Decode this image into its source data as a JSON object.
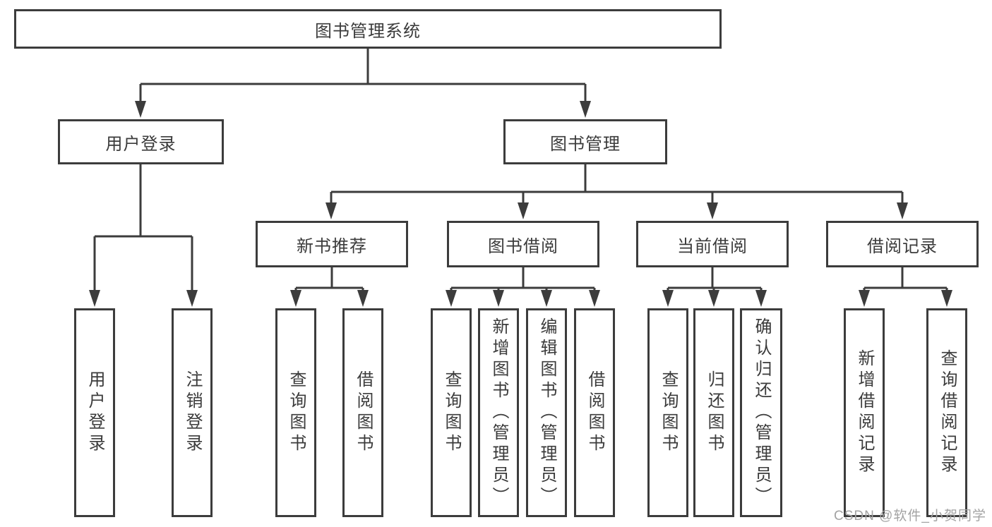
{
  "diagram": {
    "root": {
      "label": "图书管理系统"
    },
    "children": [
      {
        "label": "用户登录",
        "children": [
          {
            "label": "用户登录"
          },
          {
            "label": "注销登录"
          }
        ]
      },
      {
        "label": "图书管理",
        "children": [
          {
            "label": "新书推荐",
            "children": [
              {
                "label": "查询图书"
              },
              {
                "label": "借阅图书"
              }
            ]
          },
          {
            "label": "图书借阅",
            "children": [
              {
                "label": "查询图书"
              },
              {
                "label": "新增图书（管理员）"
              },
              {
                "label": "编辑图书（管理员）"
              },
              {
                "label": "借阅图书"
              }
            ]
          },
          {
            "label": "当前借阅",
            "children": [
              {
                "label": "查询图书"
              },
              {
                "label": "归还图书"
              },
              {
                "label": "确认归还（管理员）"
              }
            ]
          },
          {
            "label": "借阅记录",
            "children": [
              {
                "label": "新增借阅记录"
              },
              {
                "label": "查询借阅记录"
              }
            ]
          }
        ]
      }
    ]
  },
  "watermark": {
    "text": "CSDN @软件_小贺同学"
  },
  "colors": {
    "line": "#3c3c3c",
    "text": "#3b3b3b",
    "watermark": "#a3a3a3",
    "background": "#ffffff"
  }
}
